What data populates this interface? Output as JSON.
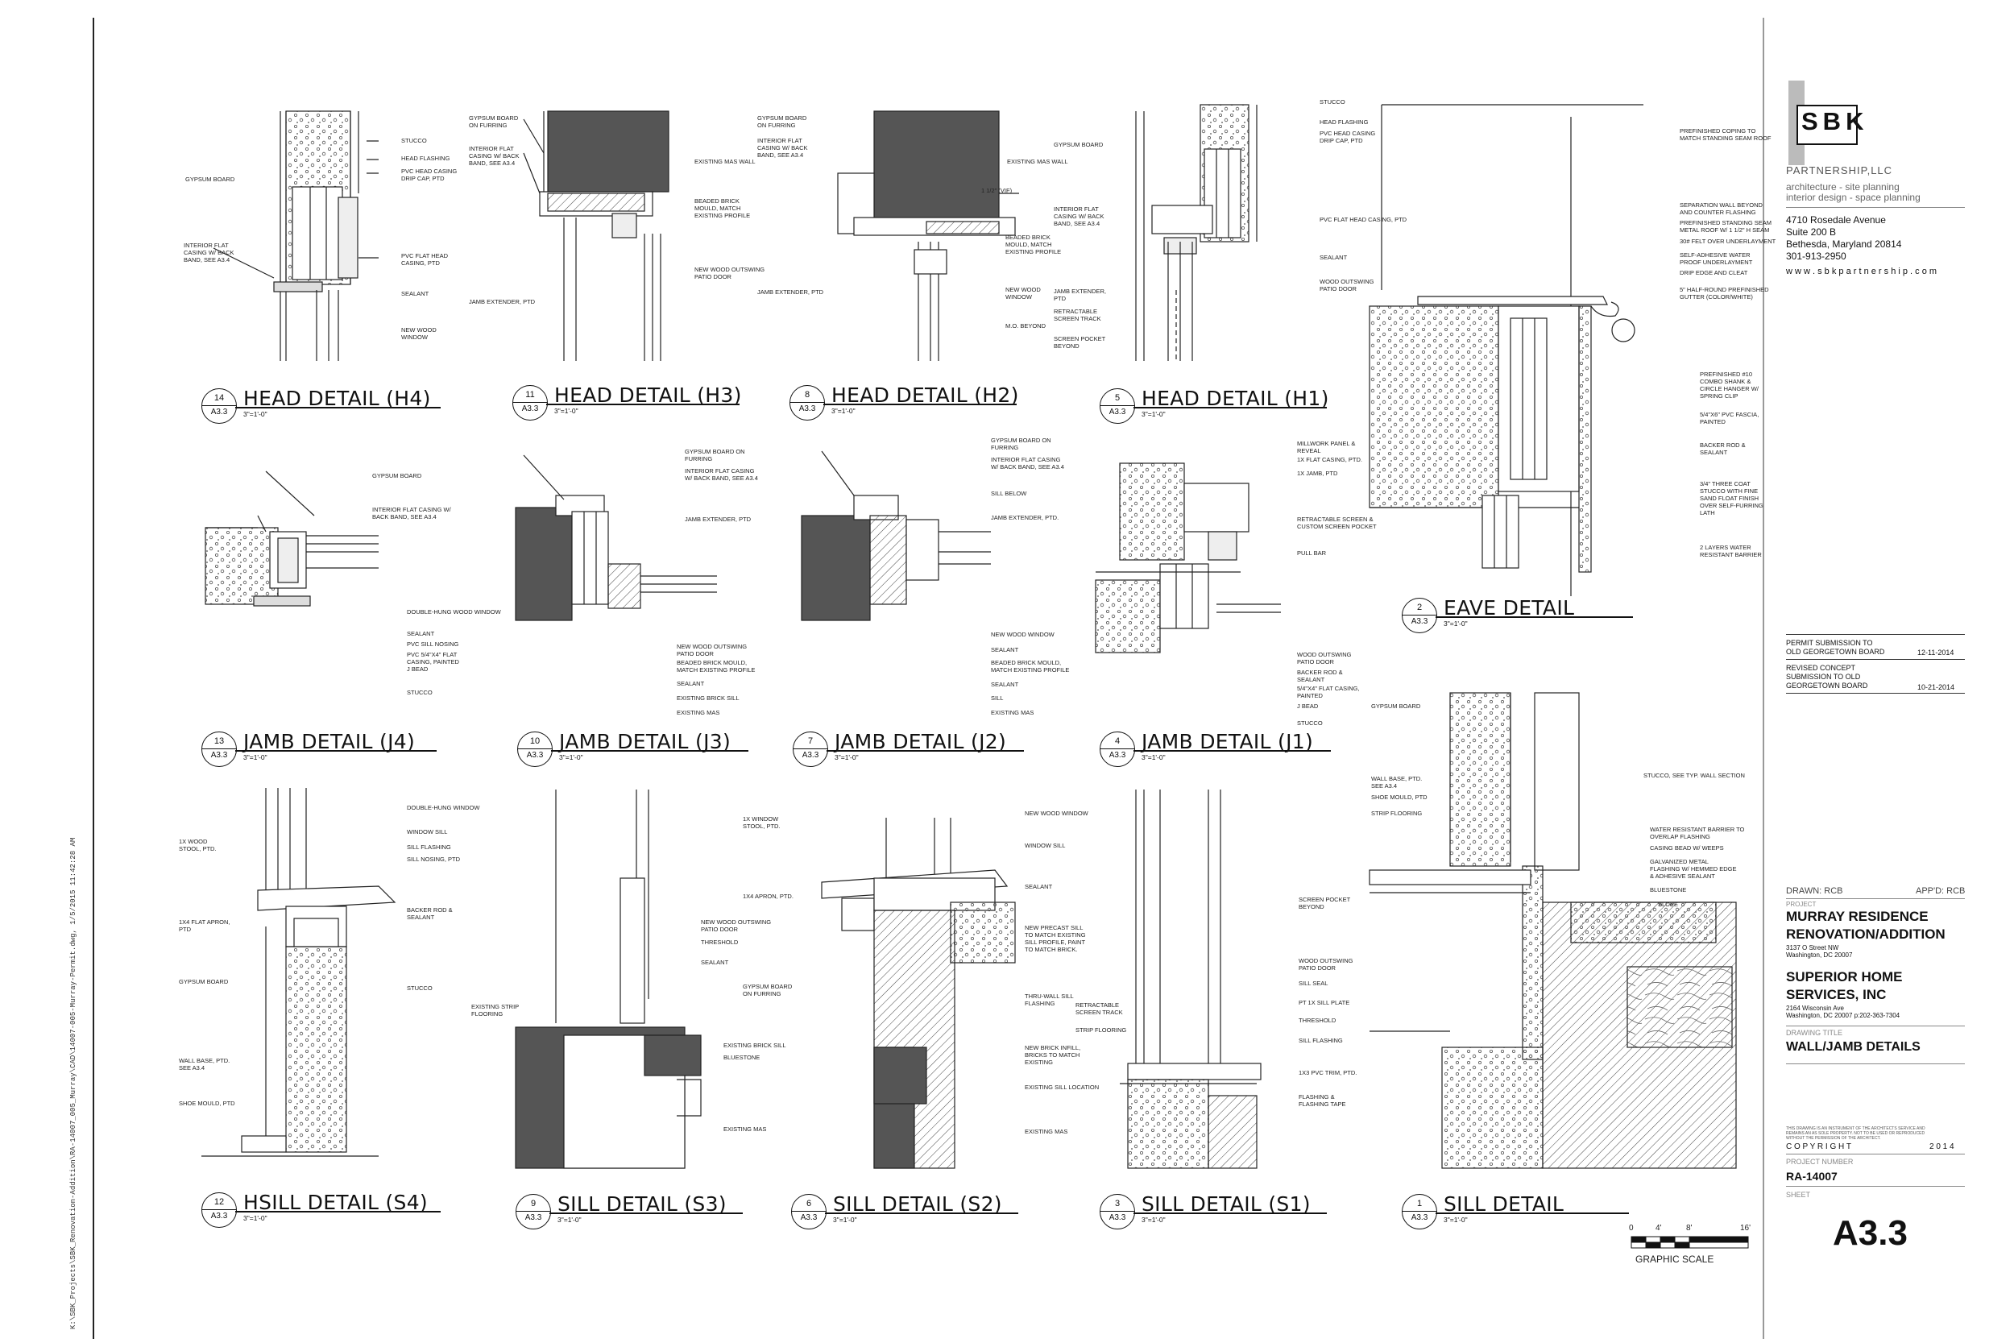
{
  "side_path": "K:\\SBK_Projects\\SBK_Renovation-Addition\\RA-14007_005_Murray\\CAD\\14007-005-Murray-Permit.dwg, 1/5/2015 11:42:28 AM",
  "details": [
    {
      "num": "14",
      "sheet": "A3.3",
      "title": "HEAD DETAIL (H4)",
      "scale": "3\"=1'-0\"",
      "notes": [
        "STUCCO",
        "HEAD FLASHING",
        "PVC HEAD CASING\nDRIP CAP, PTD",
        "PVC FLAT HEAD\nCASING, PTD",
        "SEALANT",
        "NEW WOOD\nWINDOW",
        "GYPSUM BOARD",
        "INTERIOR FLAT\nCASING W/ BACK\nBAND, SEE A3.4"
      ]
    },
    {
      "num": "11",
      "sheet": "A3.3",
      "title": "HEAD DETAIL (H3)",
      "scale": "3\"=1'-0\"",
      "notes": [
        "GYPSUM BOARD\nON FURRING",
        "INTERIOR FLAT\nCASING W/ BACK\nBAND, SEE A3.4",
        "EXISTING MAS WALL",
        "BEADED BRICK\nMOULD, MATCH\nEXISTING PROFILE",
        "NEW WOOD OUTSWING\nPATIO DOOR",
        "JAMB EXTENDER, PTD"
      ]
    },
    {
      "num": "8",
      "sheet": "A3.3",
      "title": "HEAD DETAIL (H2)",
      "scale": "3\"=1'-0\"",
      "notes": [
        "GYPSUM BOARD\nON FURRING",
        "INTERIOR FLAT\nCASING W/ BACK\nBAND, SEE A3.4",
        "EXISTING MAS WALL",
        "1 1/2\" (VIF)",
        "BEADED BRICK\nMOULD, MATCH\nEXISTING PROFILE",
        "NEW WOOD\nWINDOW",
        "M.O. BEYOND",
        "JAMB EXTENDER, PTD"
      ]
    },
    {
      "num": "5",
      "sheet": "A3.3",
      "title": "HEAD DETAIL (H1)",
      "scale": "3\"=1'-0\"",
      "notes": [
        "STUCCO",
        "HEAD FLASHING",
        "PVC HEAD CASING\nDRIP CAP, PTD",
        "PVC FLAT HEAD CASING, PTD",
        "SEALANT",
        "WOOD OUTSWING\nPATIO DOOR",
        "GYPSUM BOARD",
        "INTERIOR FLAT\nCASING W/ BACK\nBAND, SEE A3.4",
        "JAMB EXTENDER,\nPTD",
        "RETRACTABLE\nSCREEN TRACK",
        "SCREEN POCKET\nBEYOND"
      ]
    },
    {
      "num": "2",
      "sheet": "A3.3",
      "title": "EAVE DETAIL",
      "scale": "3\"=1'-0\"",
      "notes": [
        "PREFINISHED COPING TO\nMATCH STANDING SEAM ROOF",
        "SEPARATION WALL BEYOND\nAND COUNTER FLASHING",
        "PREFINISHED STANDING SEAM\nMETAL ROOF W/ 1 1/2\" H SEAM",
        "30# FELT OVER UNDERLAYMENT",
        "SELF-ADHESIVE WATER\nPROOF UNDERLAYMENT",
        "DRIP EDGE AND CLEAT",
        "5\" HALF-ROUND PREFINISHED\nGUTTER (COLOR/WHITE)",
        "PREFINISHED #10\nCOMBO SHANK &\nCIRCLE HANGER W/\nSPRING CLIP",
        "5/4\"x6\" PVC FASCIA,\nPAINTED",
        "BACKER ROD &\nSEALANT",
        "3/4\" THREE COAT\nSTUCCO WITH FINE\nSAND FLOAT FINISH\nOVER SELF-FURRING\nLATH",
        "2 LAYERS WATER\nRESISTANT BARRIER"
      ]
    },
    {
      "num": "13",
      "sheet": "A3.3",
      "title": "JAMB DETAIL (J4)",
      "scale": "3\"=1'-0\"",
      "notes": [
        "GYPSUM BOARD",
        "INTERIOR FLAT CASING W/\nBACK BAND, SEE A3.4",
        "DOUBLE-HUNG WOOD WINDOW",
        "SEALANT",
        "PVC SILL NOSING",
        "PVC 5/4\"x4\" FLAT\nCASING, PAINTED",
        "J BEAD",
        "STUCCO"
      ]
    },
    {
      "num": "10",
      "sheet": "A3.3",
      "title": "JAMB DETAIL (J3)",
      "scale": "3\"=1'-0\"",
      "notes": [
        "GYPSUM BOARD ON\nFURRING",
        "INTERIOR FLAT CASING\nW/ BACK BAND, SEE A3.4",
        "JAMB EXTENDER, PTD",
        "NEW WOOD OUTSWING\nPATIO DOOR",
        "BEADED BRICK MOULD,\nMATCH EXISTING PROFILE",
        "SEALANT",
        "EXISTING BRICK SILL",
        "EXISTING MAS"
      ]
    },
    {
      "num": "7",
      "sheet": "A3.3",
      "title": "JAMB DETAIL (J2)",
      "scale": "3\"=1'-0\"",
      "notes": [
        "GYPSUM BOARD ON\nFURRING",
        "INTERIOR FLAT CASING\nW/ BACK BAND, SEE A3.4",
        "SILL BELOW",
        "JAMB EXTENDER, PTD.",
        "NEW WOOD WINDOW",
        "SEALANT",
        "BEADED BRICK MOULD,\nMATCH EXISTING PROFILE",
        "SEALANT",
        "SILL",
        "EXISTING MAS"
      ]
    },
    {
      "num": "4",
      "sheet": "A3.3",
      "title": "JAMB DETAIL (J1)",
      "scale": "3\"=1'-0\"",
      "notes": [
        "MILLWORK PANEL &\nREVEAL",
        "1x FLAT CASING, PTD.",
        "1x JAMB, PTD",
        "RETRACTABLE SCREEN &\nCUSTOM SCREEN POCKET",
        "PULL BAR",
        "WOOD OUTSWING\nPATIO DOOR",
        "BACKER ROD &\nSEALANT",
        "5/4\"x4\" FLAT CASING,\nPAINTED",
        "J BEAD",
        "STUCCO"
      ]
    },
    {
      "num": "12",
      "sheet": "A3.3",
      "title": "HSILL DETAIL (S4)",
      "scale": "3\"=1'-0\"",
      "notes": [
        "DOUBLE-HUNG WINDOW",
        "1x WOOD\nSTOOL, PTD.",
        "WINDOW SILL",
        "SILL FLASHING",
        "SILL NOSING, PTD",
        "1x4 FLAT APRON,\nPTD",
        "BACKER ROD &\nSEALANT",
        "GYPSUM BOARD",
        "STUCCO",
        "WALL BASE, PTD.\nSEE A3.4",
        "SHOE MOULD, PTD"
      ]
    },
    {
      "num": "9",
      "sheet": "A3.3",
      "title": "SILL DETAIL (S3)",
      "scale": "3\"=1'-0\"",
      "notes": [
        "NEW WOOD OUTSWING\nPATIO DOOR",
        "THRESHOLD",
        "SEALANT",
        "EXISTING STRIP\nFLOORING",
        "EXISTING BRICK SILL",
        "BLUESTONE",
        "EXISTING MAS"
      ]
    },
    {
      "num": "6",
      "sheet": "A3.3",
      "title": "SILL DETAIL (S2)",
      "scale": "3\"=1'-0\"",
      "notes": [
        "1x WINDOW\nSTOOL, PTD.",
        "NEW WOOD WINDOW",
        "WINDOW SILL",
        "1x4 APRON, PTD.",
        "SEALANT",
        "NEW PRECAST SILL\nTO MATCH EXISTING\nSILL PROFILE, PAINT\nTO MATCH BRICK.",
        "GYPSUM BOARD\nON FURRING",
        "THRU-WALL SILL\nFLASHING",
        "NEW BRICK INFILL,\nBRICKS TO MATCH\nEXISTING",
        "EXISTING SILL LOCATION",
        "EXISTING MAS"
      ]
    },
    {
      "num": "3",
      "sheet": "A3.3",
      "title": "SILL DETAIL (S1)",
      "scale": "3\"=1'-0\"",
      "notes": [
        "SCREEN POCKET\nBEYOND",
        "WOOD OUTSWING\nPATIO DOOR",
        "SILL SEAL",
        "PT 1x SILL PLATE",
        "THRESHOLD",
        "SILL FLASHING",
        "RETRACTABLE\nSCREEN TRACK",
        "STRIP FLOORING",
        "1x3 PVC TRIM, PTD.",
        "FLASHING &\nFLASHING TAPE"
      ]
    },
    {
      "num": "1",
      "sheet": "A3.3",
      "title": "SILL DETAIL",
      "scale": "3\"=1'-0\"",
      "notes": [
        "GYPSUM BOARD",
        "STUCCO, SEE TYP. WALL SECTION",
        "WALL BASE, PTD.\nSEE A3.4",
        "SHOE MOULD, PTD",
        "STRIP FLOORING",
        "WATER RESISTANT BARRIER TO\nOVERLAP FLASHING",
        "CASING BEAD W/ WEEPS",
        "GALVANIZED METAL\nFLASHING W/ HEMMED EDGE\n& ADHESIVE SEALANT",
        "BLUESTONE",
        "SLOPE"
      ]
    }
  ],
  "graphic_scale": {
    "ticks": [
      "0",
      "4'",
      "8'",
      "16'"
    ],
    "label": "GRAPHIC SCALE"
  },
  "firm": {
    "logo": "SBK",
    "name": "PARTNERSHIP,LLC",
    "tag1": "architecture  -  site planning",
    "tag2": "interior design  -  space planning",
    "addr1": "4710 Rosedale Avenue",
    "addr2": "Suite 200 B",
    "addr3": "Bethesda, Maryland 20814",
    "phone": "301-913-2950",
    "web": "w w w . s b k p a r t n e r s h i p . c o m"
  },
  "submissions": [
    {
      "text": "PERMIT SUBMISSION TO\nOLD GEORGETOWN BOARD",
      "date": "12-11-2014"
    },
    {
      "text": "REVISED CONCEPT\nSUBMISSION TO OLD\nGEORGETOWN BOARD",
      "date": "10-21-2014"
    }
  ],
  "drawn_label": "DRAWN: RCB",
  "appd_label": "APP'D: RCB",
  "project_label": "PROJECT",
  "project_name1": "MURRAY RESIDENCE",
  "project_name2": "RENOVATION/ADDITION",
  "project_addr1": "3137 O Street NW",
  "project_addr2": "Washington, DC 20007",
  "client1": "SUPERIOR HOME",
  "client2": "SERVICES, INC",
  "client_addr1": "2164 Wisconsin Ave",
  "client_addr2": "Washington, DC 20007   p:202-363-7304",
  "drawing_title_label": "DRAWING TITLE",
  "drawing_title": "WALL/JAMB DETAILS",
  "copyright_fine": "THIS DRAWING IS AN INSTRUMENT OF THE ARCHITECTS SERVICE AND\nREMAINS AN AS SOLE PROPERTY. NOT TO BE USED OR REPRODUCED\nWITHOUT THE PERMISSION OF THE ARCHITECT.",
  "copyright": "C O P Y R I G H T",
  "year": "2 0 1 4",
  "project_number_label": "PROJECT NUMBER",
  "project_number": "RA-14007",
  "sheet_label": "SHEET",
  "sheet_number": "A3.3"
}
